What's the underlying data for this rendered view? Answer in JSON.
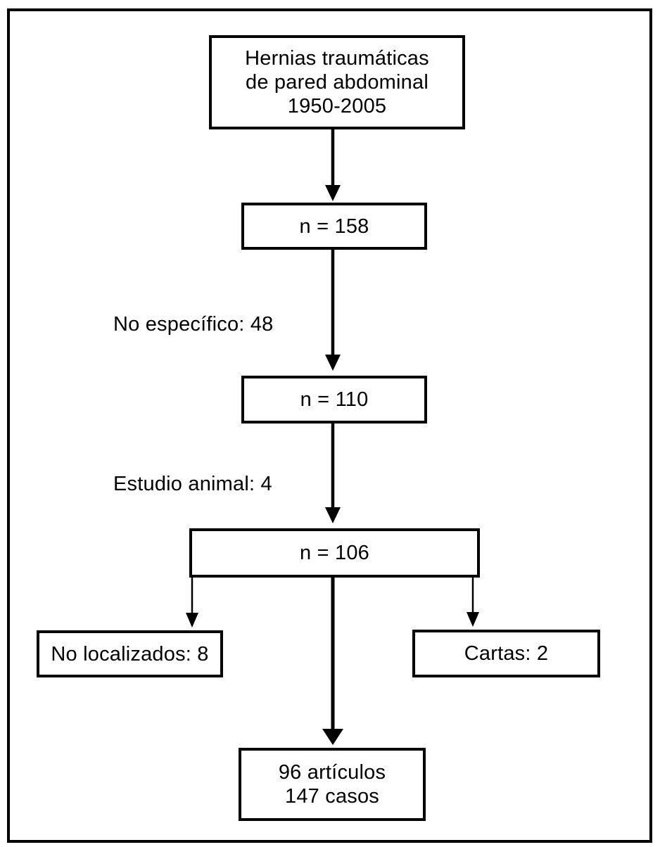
{
  "figure": {
    "type": "flowchart",
    "colors": {
      "line": "#000000",
      "background": "#ffffff",
      "text": "#000000"
    },
    "nodes": {
      "title": {
        "line1": "Hernias traumáticas",
        "line2": "de pared abdominal",
        "line3": "1950-2005"
      },
      "n158": "n = 158",
      "n110": "n = 110",
      "n106": "n = 106",
      "no_localizados": "No localizados: 8",
      "cartas": "Cartas: 2",
      "final": {
        "line1": "96 artículos",
        "line2": "147 casos"
      }
    },
    "edge_labels": {
      "no_especifico": "No específico: 48",
      "estudio_animal": "Estudio animal: 4"
    }
  }
}
